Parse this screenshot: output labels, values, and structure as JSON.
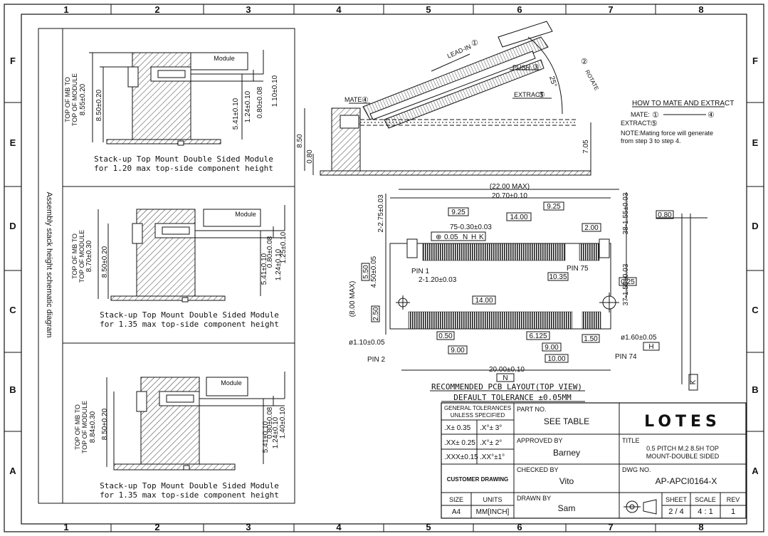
{
  "grid": {
    "columns": [
      "1",
      "2",
      "3",
      "4",
      "5",
      "6",
      "7",
      "8"
    ],
    "rows": [
      "F",
      "E",
      "D",
      "C",
      "B",
      "A"
    ]
  },
  "assembly_label": "Assembly stack height schematic diagram",
  "stackups": [
    {
      "module_label": "Module",
      "mb_label": "TOP OF MB TO",
      "mod_label": "TOP OF MODULE",
      "total": "8.55±0.20",
      "base": "8.50±0.20",
      "d1": "5.41±0.10",
      "d2": "1.24±0.10",
      "d3": "0.80±0.08",
      "d4": "1.10±0.10",
      "caption1": "Stack-up Top Mount Double Sided Module",
      "caption2": "for 1.20 max top-side component height"
    },
    {
      "module_label": "Module",
      "mb_label": "TOP OF MB TO",
      "mod_label": "TOP OF MODULE",
      "total": "8.70±0.30",
      "base": "8.50±0.20",
      "d1": "5.41±0.10",
      "d2": "1.24±0.10",
      "d3": "0.80±0.08",
      "d4": "1.25±0.10",
      "caption1": "Stack-up Top Mount Double Sided Module",
      "caption2": "for 1.35 max top-side component height"
    },
    {
      "module_label": "Module",
      "mb_label": "TOP OF MB TO",
      "mod_label": "TOP OF MODULE",
      "total": "8.84±0.30",
      "base": "8.50±0.20",
      "d1": "5.41±0.10",
      "d2": "1.24±0.10",
      "d3": "0.80±0.08",
      "d4": "1.40±0.10",
      "caption1": "Stack-up Top Mount Double Sided Module",
      "caption2": "for 1.35 max top-side component height"
    }
  ],
  "side_view": {
    "lead_in": "LEAD-IN",
    "step1": "①",
    "push": "PUSH",
    "step3": "③",
    "rotate": "ROTATE",
    "step2": "②",
    "angle": "25°",
    "extract": "EXTRACT",
    "step5": "⑤",
    "mate": "MATE",
    "step4": "④",
    "h1": "8.50",
    "h2": "0.80",
    "h3": "7.05"
  },
  "instructions": {
    "title": "HOW TO MATE AND EXTRACT",
    "mate_line": "MATE:",
    "mate_from": "①",
    "mate_to": "④",
    "extract_line": "EXTRACT:",
    "extract_step": "⑤",
    "note1": "NOTE:Mating force will generate",
    "note2": "from step 3 to step 4."
  },
  "layout": {
    "overall": "(22.00 MAX)",
    "width": "20.70±0.10",
    "pitch_top": "2-2.75±0.03",
    "d925a": "9.25",
    "d925b": "9.25",
    "d1400a": "14.00",
    "d75": "75-0.30±0.03",
    "tol": "0.05",
    "datums": [
      "N",
      "H",
      "K"
    ],
    "d200": "2.00",
    "d38": "38-1.55±0.03",
    "d080": "0.80",
    "pin1": "PIN 1",
    "pin75": "PIN 75",
    "d1035": "10.35",
    "d550": "5.50",
    "d450": "4.50±0.05",
    "d2120": "2-1.20±0.03",
    "d025": "0.25",
    "d37": "37-1.55±0.03",
    "d800": "(8.00 MAX)",
    "d1400b": "14.00",
    "d250": "2.50",
    "hole_small": "ø1.10±0.05",
    "hole_large": "ø1.60±0.05",
    "datum_h": "H",
    "d050": "0.50",
    "d6125": "6.125",
    "d150": "1.50",
    "d900a": "9.00",
    "d900b": "9.00",
    "d1000": "10.00",
    "pin2": "PIN 2",
    "pin74": "PIN 74",
    "d2000": "20.00±0.10",
    "datum_n": "N",
    "datum_k": "K",
    "caption": "RECOMMENDED  PCB  LAYOUT(TOP  VIEW)"
  },
  "title_block": {
    "default_tol": "DEFAULT  TOLERANCE  ±0.05MM",
    "gen_tol1": "GENERAL TOLERANCES",
    "gen_tol2": "UNLESS SPECIFIED",
    "t1a": ".X± 0.35",
    "t1b": ".X°± 3°",
    "t2a": ".XX± 0.25",
    "t2b": ".X°± 2°",
    "t3a": ".XXX±0.15",
    "t3b": ".XX°±1°",
    "part_no_label": "PART NO.",
    "part_no": "SEE TABLE",
    "company": "LOTES",
    "approved_label": "APPROVED BY",
    "approved": "Barney",
    "title_label": "TITLE",
    "title1": "0.5 PITCH M.2 8.5H TOP",
    "title2": "MOUNT-DOUBLE SIDED",
    "customer": "CUSTOMER DRAWING",
    "checked_label": "CHECKED BY",
    "checked": "Vito",
    "dwg_label": "DWG NO.",
    "dwg": "AP-APCI0164-X",
    "size_label": "SIZE",
    "size": "A4",
    "units_label": "UNITS",
    "units": "MM[INCH]",
    "drawn_label": "DRAWN BY",
    "drawn": "Sam",
    "sheet_label": "SHEET",
    "sheet": "2 / 4",
    "scale_label": "SCALE",
    "scale": "4 : 1",
    "rev_label": "REV",
    "rev": "1"
  }
}
